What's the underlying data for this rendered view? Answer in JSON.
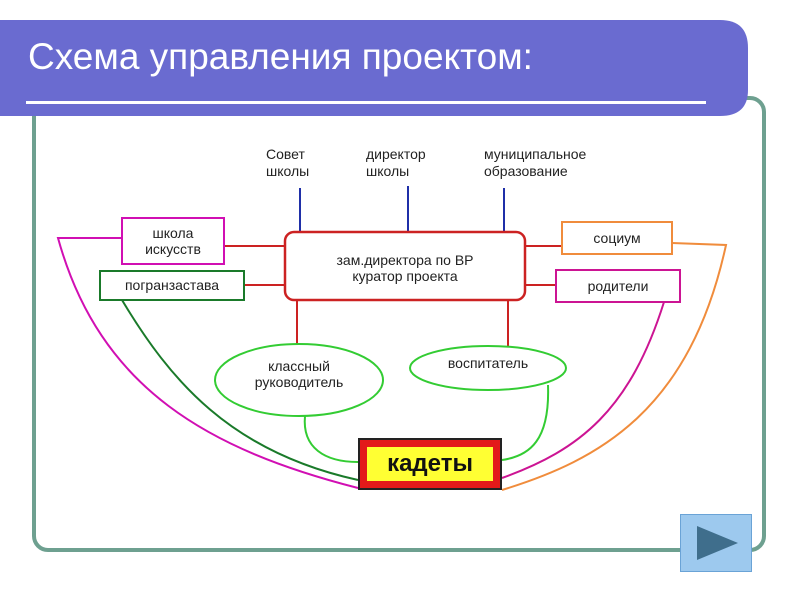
{
  "slide": {
    "title": "Схема управления проектом:"
  },
  "diagram": {
    "top_bodies": [
      {
        "id": "sovet",
        "label": "Совет\nшколы"
      },
      {
        "id": "director",
        "label": "директор\nшколы"
      },
      {
        "id": "municipal",
        "label": "муниципальное\nобразование"
      }
    ],
    "center": {
      "label": "зам.директора по ВР\nкуратор проекта"
    },
    "left_boxes": [
      {
        "id": "art-school",
        "label": "школа\nискусств"
      },
      {
        "id": "border-post",
        "label": "погранзастава"
      }
    ],
    "right_boxes": [
      {
        "id": "society",
        "label": "социум"
      },
      {
        "id": "parents",
        "label": "родители"
      }
    ],
    "ovals": [
      {
        "id": "class-teacher",
        "label": "классный\nруководитель"
      },
      {
        "id": "educator",
        "label": "воспитатель"
      }
    ],
    "target": {
      "label": "кадеты"
    }
  },
  "navigation": {
    "next_icon": "play-right-icon"
  },
  "colors": {
    "title_bar": "#6a6bd0",
    "frame_border": "#6ea090",
    "main_box": "#cc2222",
    "art_school": "#d10fb3",
    "border_post": "#1a7a2a",
    "society": "#f08c3c",
    "parents": "#cc1493",
    "ovals": "#33cc33",
    "vertical_lines": "#1f2fa8",
    "cadets_outer": "#e31a1a",
    "cadets_inner": "#ffff33",
    "next_button": "#9dc9ee"
  }
}
